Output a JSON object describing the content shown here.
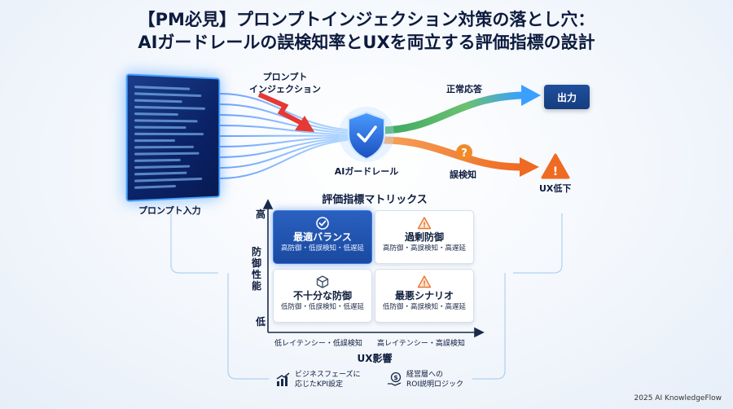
{
  "title": {
    "line1": "【PM必見】プロンプトインジェクション対策の落とし穴：",
    "line2": "AIガードレールの誤検知率とUXを両立する評価指標の設計"
  },
  "flow": {
    "injection_label_1": "プロンプト",
    "injection_label_2": "インジェクション",
    "normal_label": "正常応答",
    "output_label": "出力",
    "guardrail_label": "AIガードレール",
    "false_positive_label": "誤検知",
    "ux_drop_label": "UX低下",
    "prompt_input_label": "プロンプト入力"
  },
  "matrix": {
    "title": "評価指標マトリックス",
    "y_high": "高",
    "y_low": "低",
    "y_axis_label": "防御性能",
    "x_axis_label": "UX影響",
    "x_left_tick": "低レイテンシー・低誤検知",
    "x_right_tick": "高レイテンシー・高誤検知",
    "quadrants": [
      {
        "title": "最適バランス",
        "subtitle": "高防御・低誤検知・低遅延",
        "icon": "check-icon"
      },
      {
        "title": "過剰防御",
        "subtitle": "高防御・高誤検知・高遅延",
        "icon": "warning-icon"
      },
      {
        "title": "不十分な防御",
        "subtitle": "低防御・低誤検知・低遅延",
        "icon": "cube-icon"
      },
      {
        "title": "最悪シナリオ",
        "subtitle": "低防御・高誤検知・高遅延",
        "icon": "warning-icon"
      }
    ]
  },
  "bottom": {
    "kpi_line1": "ビジネスフェーズに",
    "kpi_line2": "応じたKPI設定",
    "roi_line1": "経営層への",
    "roi_line2": "ROI説明ロジック"
  },
  "footer": "2025 AI KnowledgeFlow",
  "colors": {
    "accent_blue": "#1a4aa0",
    "alert_red": "#e53935",
    "success_green": "#4caf50",
    "warning_orange": "#f07a2a"
  }
}
